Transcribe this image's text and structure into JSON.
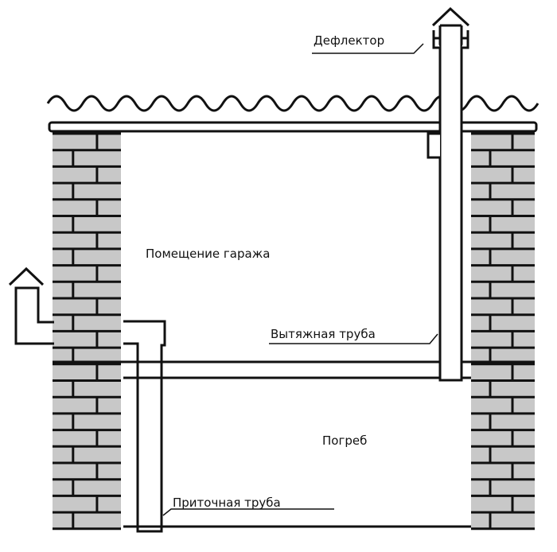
{
  "labels": {
    "deflector": "Дефлектор",
    "garage_room": "Помещение гаража",
    "exhaust_pipe": "Вытяжная труба",
    "cellar": "Погреб",
    "supply_pipe": "Приточная труба"
  },
  "colors": {
    "line": "#111111",
    "brick": "#c8c8c8"
  }
}
